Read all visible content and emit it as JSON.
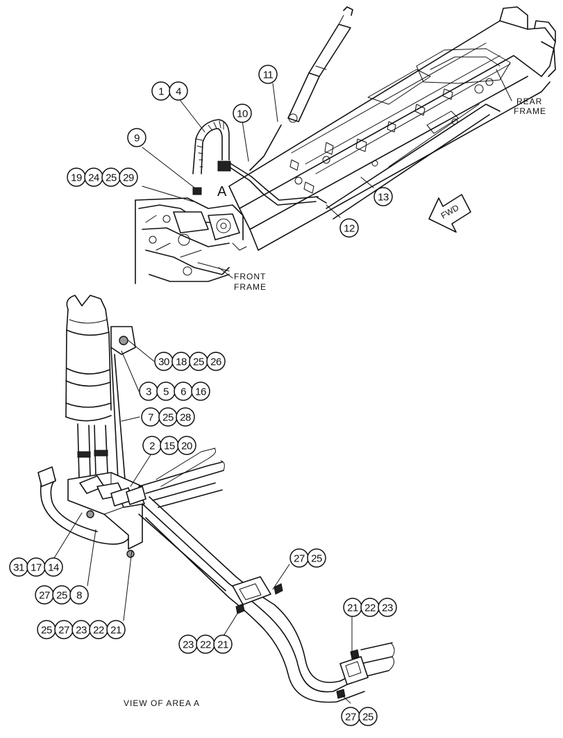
{
  "labels": {
    "rear_frame_line1": "REAR",
    "rear_frame_line2": "FRAME",
    "front_frame_line1": "FRONT",
    "front_frame_line2": "FRAME",
    "area_letter": "A",
    "fwd": "FWD",
    "view_caption": "VIEW OF AREA  A"
  },
  "callouts": {
    "c_1_4": [
      "1",
      "4"
    ],
    "c_9": [
      "9"
    ],
    "c_19_24_25_29": [
      "19",
      "24",
      "25",
      "29"
    ],
    "c_10": [
      "10"
    ],
    "c_11": [
      "11"
    ],
    "c_12": [
      "12"
    ],
    "c_13": [
      "13"
    ],
    "c_30_18_25_26": [
      "30",
      "18",
      "25",
      "26"
    ],
    "c_3_5_6_16": [
      "3",
      "5",
      "6",
      "16"
    ],
    "c_7_25_28": [
      "7",
      "25",
      "28"
    ],
    "c_2_15_20": [
      "2",
      "15",
      "20"
    ],
    "c_31_17_14": [
      "31",
      "17",
      "14"
    ],
    "c_27_25_8": [
      "27",
      "25",
      "8"
    ],
    "c_25_27_23_22_21": [
      "25",
      "27",
      "23",
      "22",
      "21"
    ],
    "c_27_25_upper": [
      "27",
      "25"
    ],
    "c_23_22_21": [
      "23",
      "22",
      "21"
    ],
    "c_21_22_23": [
      "21",
      "22",
      "23"
    ],
    "c_27_25_lower": [
      "27",
      "25"
    ]
  }
}
